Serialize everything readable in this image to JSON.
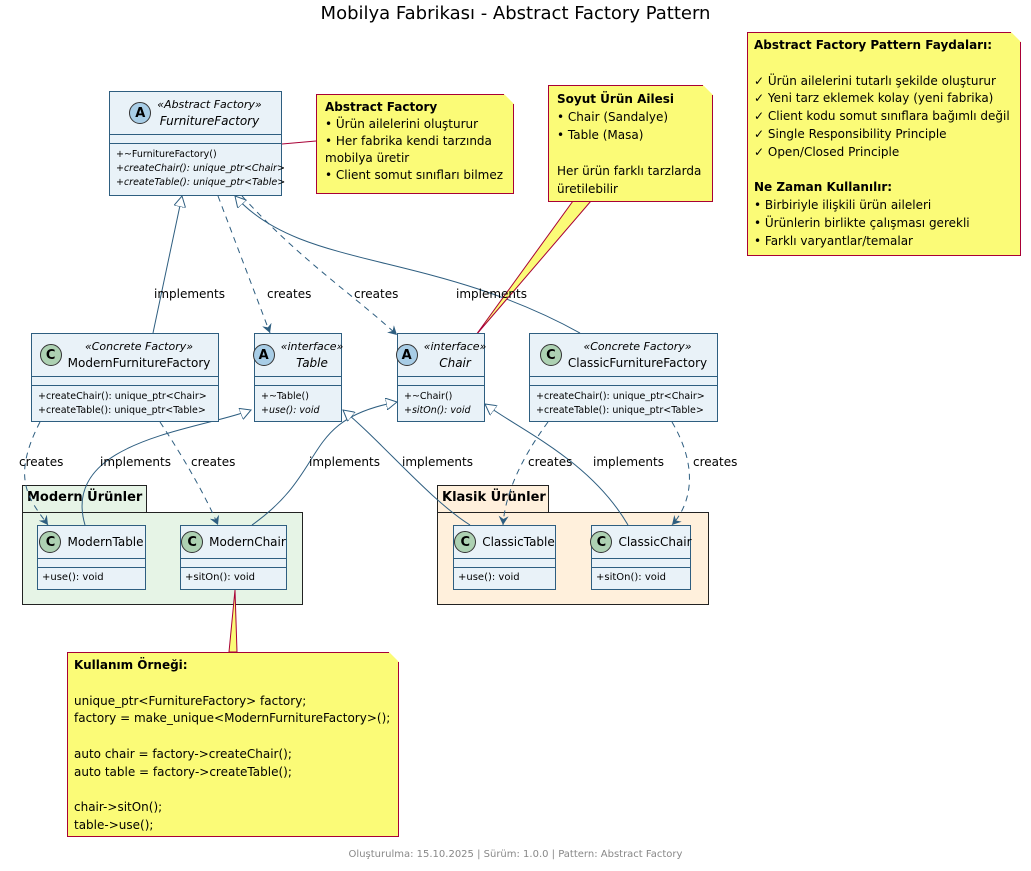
{
  "title": "Mobilya Fabrikası - Abstract Factory Pattern",
  "footer": "Oluşturulma: 15.10.2025 | Sürüm: 1.0.0 | Pattern: Abstract Factory",
  "classes": {
    "furniture_factory": {
      "badge": "A",
      "stereotype": "«Abstract Factory»",
      "name": "FurnitureFactory",
      "ops": [
        "+~FurnitureFactory()",
        "+createChair(): unique_ptr<Chair>",
        "+createTable(): unique_ptr<Table>"
      ]
    },
    "modern_factory": {
      "badge": "C",
      "stereotype": "«Concrete Factory»",
      "name": "ModernFurnitureFactory",
      "ops": [
        "+createChair(): unique_ptr<Chair>",
        "+createTable(): unique_ptr<Table>"
      ]
    },
    "table": {
      "badge": "A",
      "stereotype": "«interface»",
      "name": "Table",
      "ops": [
        "+~Table()",
        "+use(): void"
      ]
    },
    "chair": {
      "badge": "A",
      "stereotype": "«interface»",
      "name": "Chair",
      "ops": [
        "+~Chair()",
        "+sitOn(): void"
      ]
    },
    "classic_factory": {
      "badge": "C",
      "stereotype": "«Concrete Factory»",
      "name": "ClassicFurnitureFactory",
      "ops": [
        "+createChair(): unique_ptr<Chair>",
        "+createTable(): unique_ptr<Table>"
      ]
    },
    "modern_table": {
      "badge": "C",
      "name": "ModernTable",
      "ops": [
        "+use(): void"
      ]
    },
    "modern_chair": {
      "badge": "C",
      "name": "ModernChair",
      "ops": [
        "+sitOn(): void"
      ]
    },
    "classic_table": {
      "badge": "C",
      "name": "ClassicTable",
      "ops": [
        "+use(): void"
      ]
    },
    "classic_chair": {
      "badge": "C",
      "name": "ClassicChair",
      "ops": [
        "+sitOn(): void"
      ]
    }
  },
  "packages": {
    "modern": "Modern Ürünler",
    "classic": "Klasik Ürünler"
  },
  "edge_labels": {
    "implements": "implements",
    "creates": "creates"
  },
  "notes": {
    "abstract_factory": {
      "title": "Abstract Factory",
      "lines": [
        "• Ürün ailelerini oluşturur",
        "• Her fabrika kendi tarzında",
        "mobilya üretir",
        "• Client somut sınıfları bilmez"
      ]
    },
    "product_family": {
      "title": "Soyut Ürün Ailesi",
      "lines": [
        "• Chair (Sandalye)",
        "• Table (Masa)",
        "",
        "Her ürün farklı tarzlarda",
        "üretilebilir"
      ]
    },
    "benefits": {
      "title": "Abstract Factory Pattern Faydaları:",
      "lines": [
        "",
        "✓ Ürün ailelerini tutarlı şekilde oluşturur",
        "✓ Yeni tarz eklemek kolay (yeni fabrika)",
        "✓ Client kodu somut sınıflara bağımlı değil",
        "✓ Single Responsibility Principle",
        "✓ Open/Closed Principle"
      ],
      "subtitle": "Ne Zaman Kullanılır:",
      "sublines": [
        "• Birbiriyle ilişkili ürün aileleri",
        "• Ürünlerin birlikte çalışması gerekli",
        "• Farklı varyantlar/temalar"
      ]
    },
    "usage": {
      "title": "Kullanım Örneği:",
      "lines": [
        "",
        "unique_ptr<FurnitureFactory> factory;",
        "factory = make_unique<ModernFurnitureFactory>();",
        "",
        "auto chair = factory->createChair();",
        "auto table = factory->createTable();",
        "",
        "chair->sitOn();",
        "table->use();"
      ]
    }
  },
  "colors": {
    "class_fill": "#e9f2f8",
    "class_border": "#2e5e80",
    "note_fill": "#fbfb77",
    "note_border": "#a80036",
    "modern_pkg": "#e6f4e6",
    "classic_pkg": "#fff0dc",
    "badge_abstract": "#a8cde6",
    "badge_concrete": "#add1b2"
  }
}
